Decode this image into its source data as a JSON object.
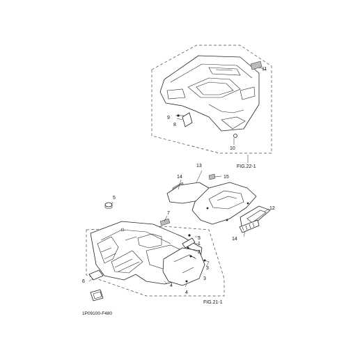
{
  "callouts": {
    "c1": "1",
    "c2": "2",
    "c3a": "3",
    "c3b": "3",
    "c3c": "3",
    "c4a": "4",
    "c4b": "4",
    "c5": "5",
    "c6": "6",
    "c7": "7",
    "c8": "8",
    "c9": "9",
    "c10": "10",
    "c11": "11",
    "c12": "12",
    "c13": "13",
    "c14a": "14",
    "c14b": "14",
    "c15": "15"
  },
  "figure_refs": {
    "fig_22_1": "FIG.22-1",
    "fig_21_1": "FIG.21-1"
  },
  "diagram_code": "1P09100-F480"
}
